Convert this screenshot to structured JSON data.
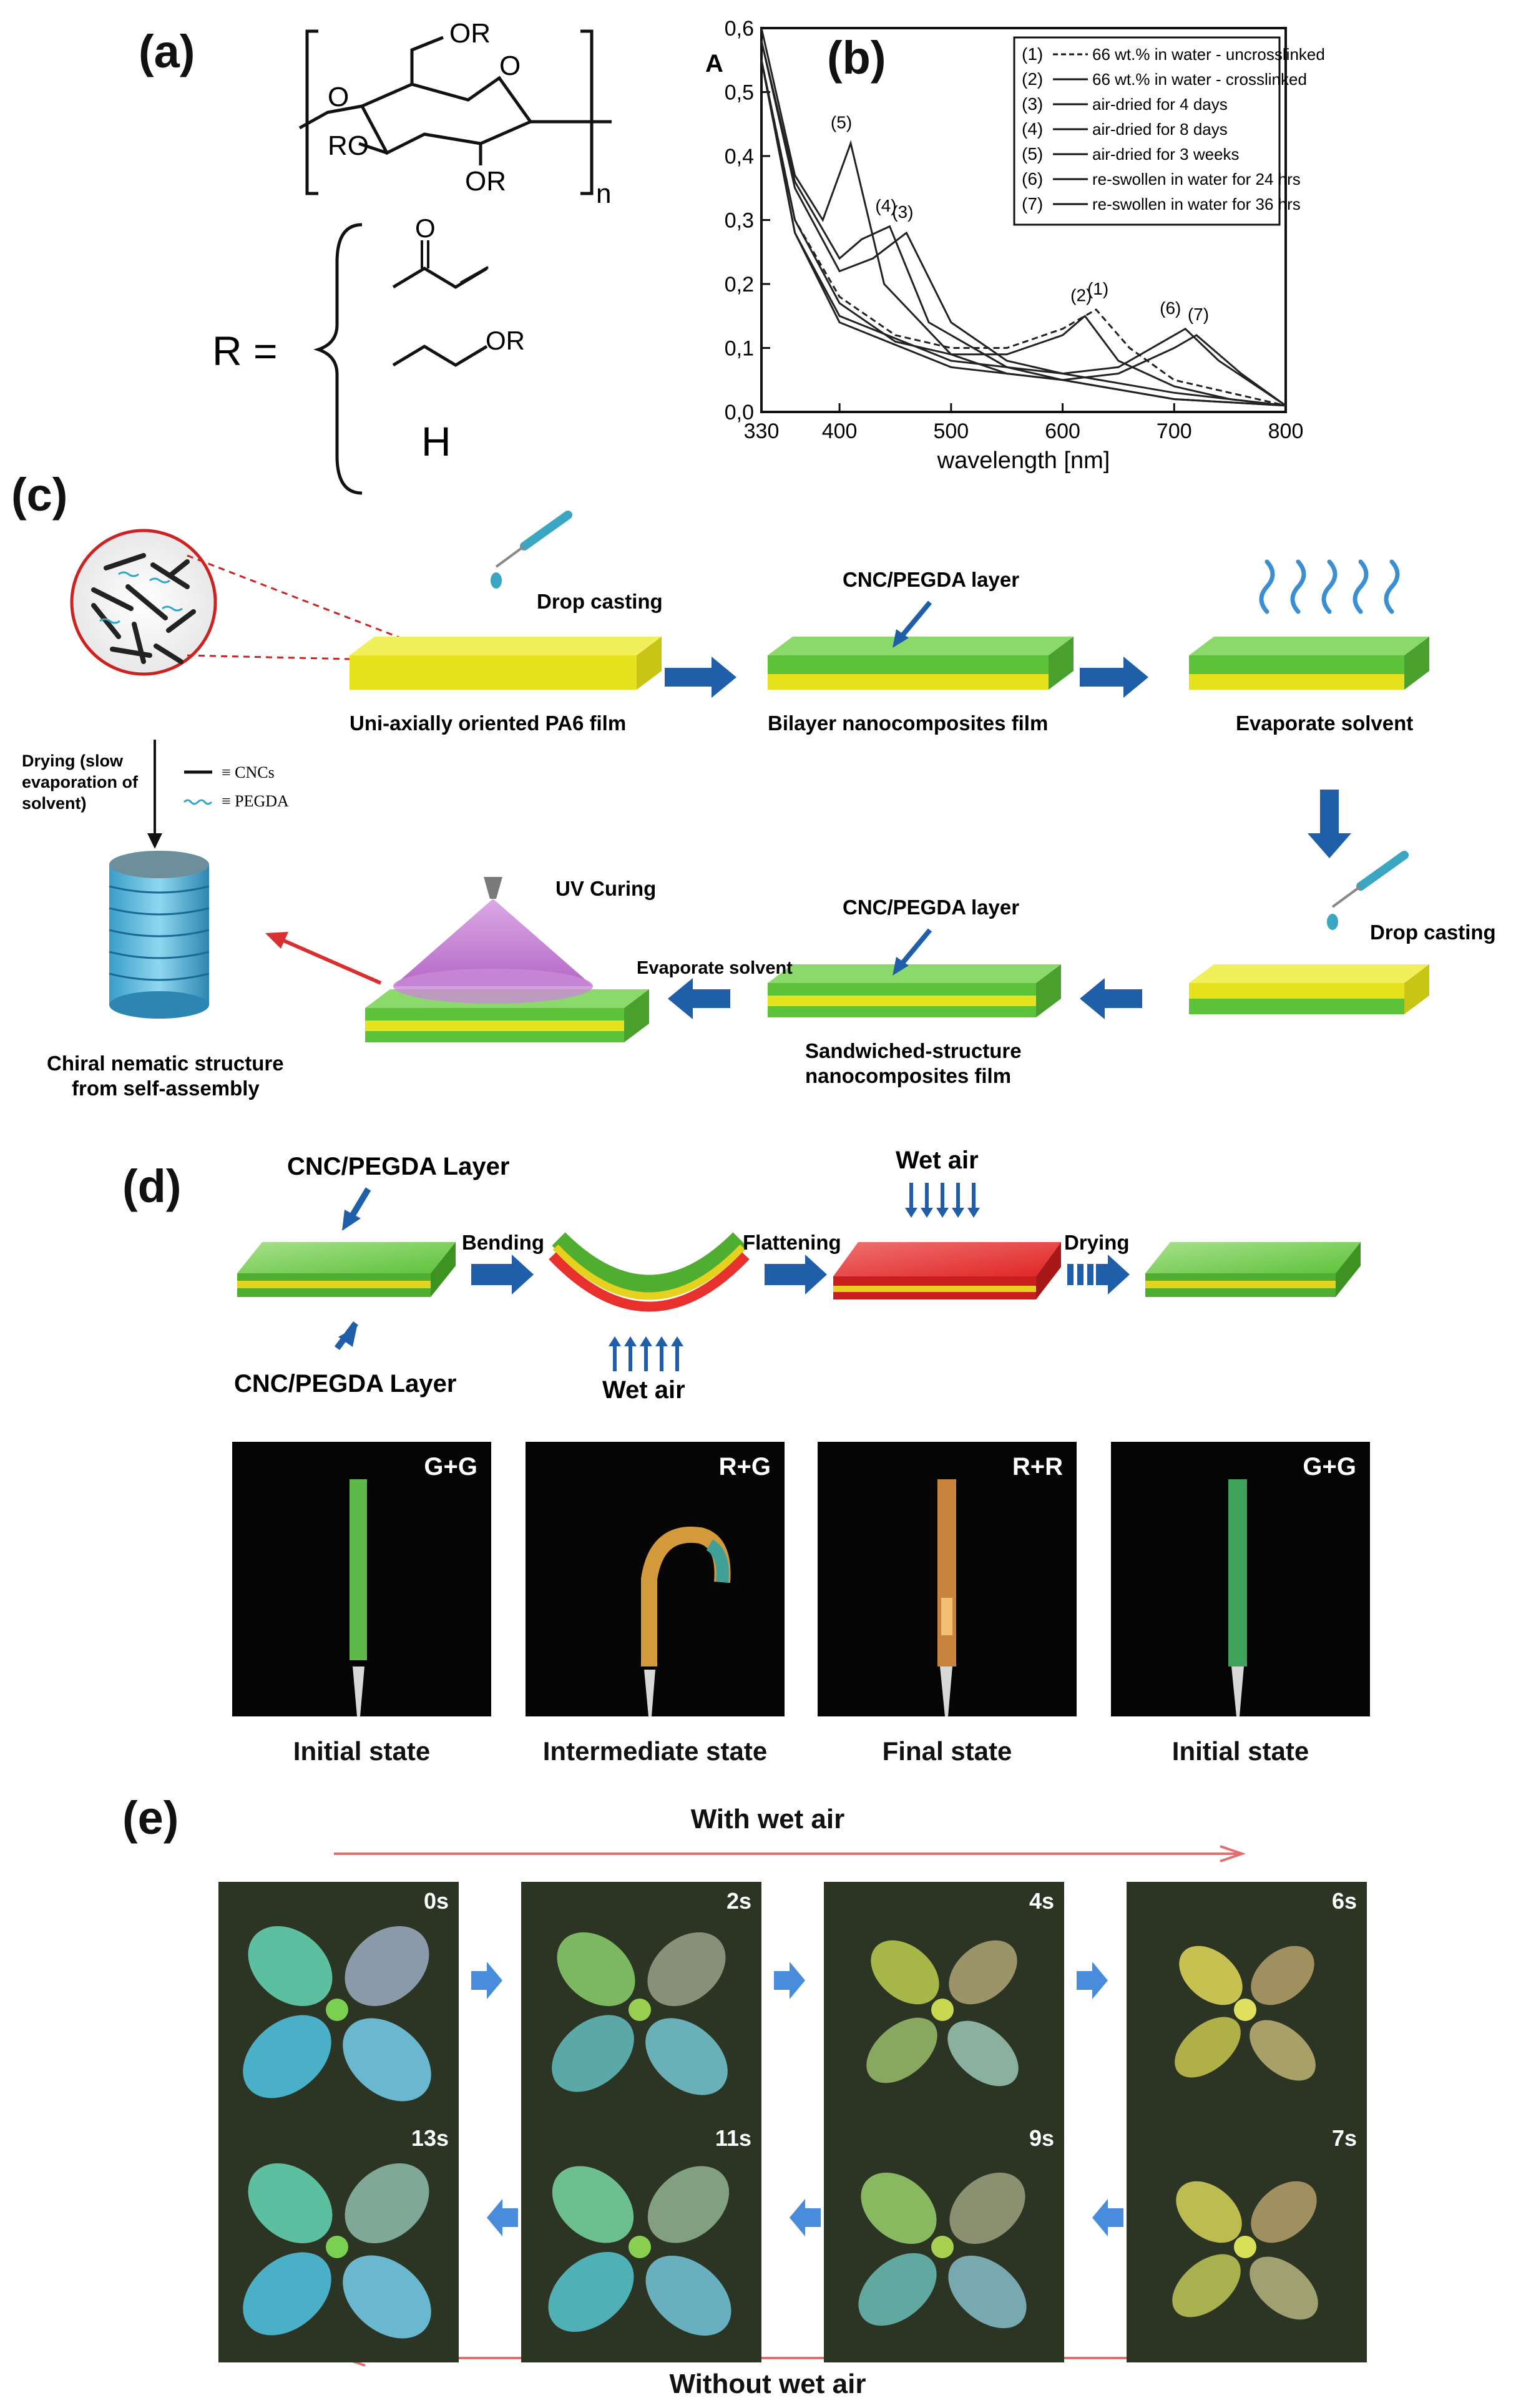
{
  "panel_labels": {
    "a": "(a)",
    "b": "(b)",
    "c": "(c)",
    "d": "(d)",
    "e": "(e)"
  },
  "panel_a": {
    "sub_OR_top": "OR",
    "sub_O_ring": "O",
    "sub_O_left": "O",
    "sub_RO": "RO",
    "sub_OR_bottom": "OR",
    "sub_n": "n",
    "r_equals": "R =",
    "sub_O_carbonyl": "O",
    "sub_OR_side": "OR",
    "sub_H": "H"
  },
  "panel_b": {
    "y_axis_symbol": "A",
    "x_axis_label": "wavelength [nm]",
    "legend": [
      {
        "num": "(1)",
        "text": "66 wt.% in water - uncrosslinked"
      },
      {
        "num": "(2)",
        "text": "66 wt.% in water - crosslinked"
      },
      {
        "num": "(3)",
        "text": "air-dried for 4 days"
      },
      {
        "num": "(4)",
        "text": "air-dried for 8 days"
      },
      {
        "num": "(5)",
        "text": "air-dried for 3 weeks"
      },
      {
        "num": "(6)",
        "text": "re-swollen in water for 24 hrs"
      },
      {
        "num": "(7)",
        "text": "re-swollen in water for 36 hrs"
      }
    ],
    "peak_labels": [
      "(5)",
      "(4)",
      "(3)",
      "(2)",
      "(1)",
      "(6)",
      "(7)"
    ]
  },
  "chart_data": {
    "type": "line",
    "xlabel": "wavelength [nm]",
    "ylabel": "A",
    "xlim": [
      330,
      800
    ],
    "ylim": [
      0.0,
      0.6
    ],
    "xticks": [
      "330",
      "400",
      "500",
      "600",
      "700",
      "800"
    ],
    "yticks": [
      "0,0",
      "0,1",
      "0,2",
      "0,3",
      "0,4",
      "0,5",
      "0,6"
    ],
    "series": [
      {
        "name": "(1)",
        "x": [
          330,
          360,
          400,
          450,
          500,
          550,
          600,
          630,
          660,
          700,
          750,
          800
        ],
        "y": [
          0.55,
          0.3,
          0.18,
          0.12,
          0.1,
          0.1,
          0.13,
          0.16,
          0.1,
          0.05,
          0.03,
          0.01
        ]
      },
      {
        "name": "(2)",
        "x": [
          330,
          360,
          400,
          450,
          500,
          550,
          600,
          620,
          650,
          700,
          750,
          800
        ],
        "y": [
          0.55,
          0.3,
          0.17,
          0.11,
          0.09,
          0.09,
          0.12,
          0.15,
          0.08,
          0.04,
          0.02,
          0.01
        ]
      },
      {
        "name": "(3)",
        "x": [
          330,
          360,
          400,
          430,
          460,
          500,
          550,
          600,
          700,
          800
        ],
        "y": [
          0.58,
          0.35,
          0.22,
          0.24,
          0.28,
          0.14,
          0.08,
          0.06,
          0.03,
          0.01
        ]
      },
      {
        "name": "(4)",
        "x": [
          330,
          360,
          400,
          420,
          445,
          480,
          550,
          600,
          700,
          800
        ],
        "y": [
          0.58,
          0.36,
          0.24,
          0.27,
          0.29,
          0.14,
          0.07,
          0.05,
          0.02,
          0.01
        ]
      },
      {
        "name": "(5)",
        "x": [
          330,
          360,
          385,
          410,
          440,
          500,
          550,
          600,
          700,
          800
        ],
        "y": [
          0.6,
          0.37,
          0.3,
          0.42,
          0.2,
          0.09,
          0.06,
          0.05,
          0.02,
          0.01
        ]
      },
      {
        "name": "(6)",
        "x": [
          330,
          360,
          400,
          500,
          600,
          650,
          690,
          710,
          740,
          800
        ],
        "y": [
          0.55,
          0.28,
          0.15,
          0.08,
          0.06,
          0.07,
          0.11,
          0.13,
          0.08,
          0.01
        ]
      },
      {
        "name": "(7)",
        "x": [
          330,
          360,
          400,
          500,
          600,
          650,
          700,
          720,
          760,
          800
        ],
        "y": [
          0.55,
          0.28,
          0.14,
          0.07,
          0.05,
          0.06,
          0.1,
          0.12,
          0.06,
          0.01
        ]
      }
    ]
  },
  "panel_c": {
    "drop_casting_1": "Drop casting",
    "film_pa6": "Uni-axially oriented PA6 film",
    "cnc_layer_1": "CNC/PEGDA layer",
    "bilayer": "Bilayer nanocomposites film",
    "evaporate_1": "Evaporate solvent",
    "drop_casting_2": "Drop casting",
    "cnc_layer_2": "CNC/PEGDA layer",
    "sandwich_1": "Sandwiched-structure",
    "sandwich_2": "nanocomposites film",
    "uv_curing": "UV Curing",
    "evaporate_2": "Evaporate solvent",
    "chiral_1": "Chiral nematic structure",
    "chiral_2": "from self-assembly",
    "drying_1": "Drying (slow",
    "drying_2": "evaporation of",
    "drying_3": "solvent)",
    "legend_cnc": "≡  CNCs",
    "legend_pegda": "≡  PEGDA"
  },
  "panel_d": {
    "layer_top": "CNC/PEGDA Layer",
    "layer_bottom": "CNC/PEGDA Layer",
    "bending": "Bending",
    "wet_air_1": "Wet air",
    "flattening": "Flattening",
    "wet_air_2": "Wet air",
    "drying": "Drying",
    "photos": [
      {
        "tag": "G+G",
        "caption": "Initial state"
      },
      {
        "tag": "R+G",
        "caption": "Intermediate state"
      },
      {
        "tag": "R+R",
        "caption": "Final state"
      },
      {
        "tag": "G+G",
        "caption": "Initial state"
      }
    ]
  },
  "panel_e": {
    "with_wet_air": "With wet air",
    "without_wet_air": "Without wet air",
    "top_times": [
      "0s",
      "2s",
      "4s",
      "6s"
    ],
    "bottom_times": [
      "13s",
      "11s",
      "9s",
      "7s"
    ]
  },
  "colors": {
    "arrow_blue": "#1f5ea8",
    "film_yellow": "#e6e21e",
    "film_green": "#5cc23a",
    "film_red": "#e8312d",
    "uv_purple": "#b85fc8",
    "red_arrow": "#e06060"
  }
}
